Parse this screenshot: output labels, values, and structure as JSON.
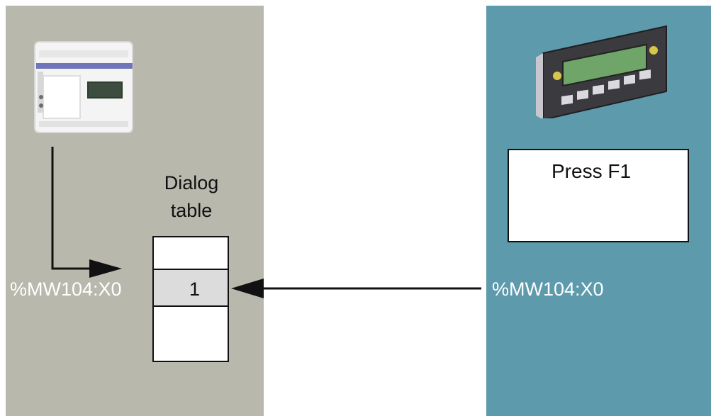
{
  "dialog_table": {
    "title_line1": "Dialog",
    "title_line2": "table",
    "value": "1"
  },
  "left_address": "%MW104:X0",
  "right_address": "%MW104:X0",
  "message_box": {
    "text": "Press F1"
  },
  "colors": {
    "left_panel": "#b8b8ad",
    "right_panel": "#5c9aac"
  }
}
